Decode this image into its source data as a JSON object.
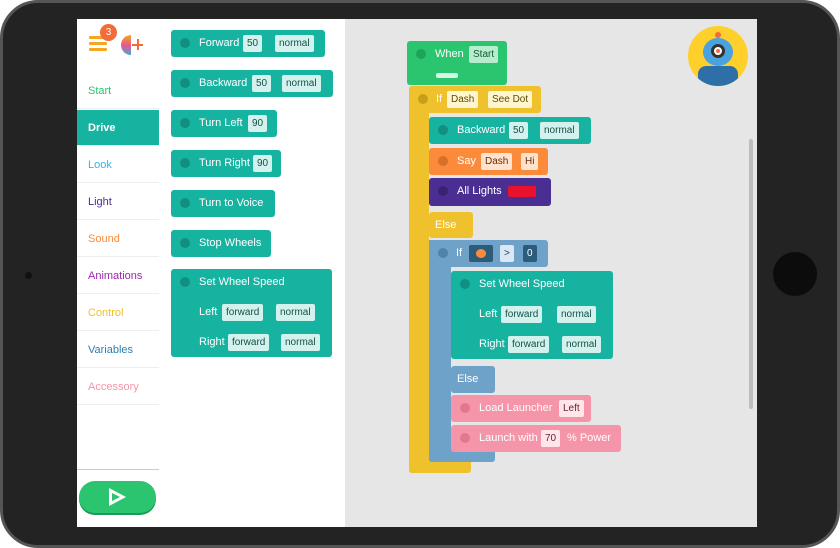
{
  "app": {
    "badge": "3",
    "colors": {
      "teal": "#17b3a1",
      "yellow": "#efc22d",
      "orange": "#fb8b3b",
      "purple": "#4a2e91",
      "blue": "#6ea2c9",
      "pink": "#f595aa",
      "green": "#2cc56f",
      "red": "#e8122c"
    }
  },
  "categories": [
    {
      "label": "Start",
      "color": "#2cc56f"
    },
    {
      "label": "Drive",
      "color": "#ffffff",
      "active": true
    },
    {
      "label": "Look",
      "color": "#33b5e5"
    },
    {
      "label": "Light",
      "color": "#4a2e91"
    },
    {
      "label": "Sound",
      "color": "#fb8b3b"
    },
    {
      "label": "Animations",
      "color": "#9c27b0"
    },
    {
      "label": "Control",
      "color": "#efc22d"
    },
    {
      "label": "Variables",
      "color": "#2f7fb0"
    },
    {
      "label": "Accessory",
      "color": "#f595aa"
    }
  ],
  "palette": {
    "forward": {
      "label": "Forward",
      "value": "50",
      "speed": "normal"
    },
    "backward": {
      "label": "Backward",
      "value": "50",
      "speed": "normal"
    },
    "turn_left": {
      "label": "Turn Left",
      "value": "90"
    },
    "turn_right": {
      "label": "Turn Right",
      "value": "90"
    },
    "turn_to_voice": {
      "label": "Turn to Voice"
    },
    "stop_wheels": {
      "label": "Stop Wheels"
    },
    "set_wheel_speed": {
      "label": "Set Wheel Speed",
      "left_label": "Left",
      "left_dir": "forward",
      "left_speed": "normal",
      "right_label": "Right",
      "right_dir": "forward",
      "right_speed": "normal"
    }
  },
  "program": {
    "when": {
      "label": "When",
      "trigger": "Start"
    },
    "if1": {
      "label": "If",
      "subject": "Dash",
      "condition": "See Dot"
    },
    "backward": {
      "label": "Backward",
      "value": "50",
      "speed": "normal"
    },
    "say": {
      "label": "Say",
      "who": "Dash",
      "text": "Hi"
    },
    "all_lights": {
      "label": "All Lights"
    },
    "else1": "Else",
    "if2": {
      "label": "If",
      "op": ">",
      "value": "0"
    },
    "set_wheel_speed": {
      "label": "Set Wheel Speed",
      "left_label": "Left",
      "left_dir": "forward",
      "left_speed": "normal",
      "right_label": "Right",
      "right_dir": "forward",
      "right_speed": "normal"
    },
    "else2": "Else",
    "load_launcher": {
      "label": "Load Launcher",
      "side": "Left"
    },
    "launch_with": {
      "label": "Launch with",
      "value": "70",
      "unit": "% Power"
    }
  }
}
